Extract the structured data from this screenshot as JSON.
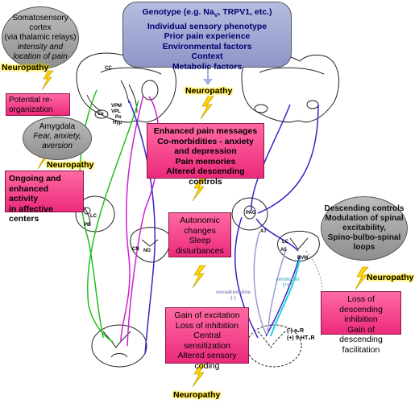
{
  "top": {
    "genotype_prefix": "Genotype (e.g. Na",
    "genotype_sub": "V",
    "genotype_suffix": ", TRPV1, etc.)",
    "lines": [
      "Individual sensory phenotype",
      "Prior pain experience",
      "Environmental factors",
      "Context",
      "Metabolic factors"
    ]
  },
  "cortex": {
    "title1": "Somatosensory",
    "title2": "cortex",
    "title3": "(via thalamic relays)",
    "sub1": "intensity and",
    "sub2": "location of pain"
  },
  "amygdala": {
    "title": "Amygdala",
    "sub1": "Fear, anxiety,",
    "sub2": "aversion"
  },
  "descending_oval": {
    "lines": [
      "Descending controls",
      "Modulation of spinal",
      "excitability,",
      "Spino-bulbo-spinal",
      "loops"
    ]
  },
  "boxes": {
    "reorg": [
      "Potential re-",
      "organization"
    ],
    "ongoing": [
      "Ongoing and",
      "enhanced activity",
      "in affective",
      "centers"
    ],
    "enhanced": [
      "Enhanced pain messages",
      "Co-morbidities - anxiety",
      "and depression",
      "Pain memories",
      "Altered descending controls"
    ],
    "autonomic": [
      "Autonomic",
      "changes",
      "Sleep",
      "disturbances"
    ],
    "gain": [
      "Gain of excitation",
      "Loss of inhibition",
      "Central sensitization",
      "Altered sensory",
      "coding"
    ],
    "loss": [
      "Loss of descending",
      "inhibition",
      "Gain of descending",
      "facilitation"
    ]
  },
  "neuropathy_label": "Neuropathy",
  "brain_labels": {
    "cc": "CC",
    "vpm": "VPM",
    "vpl": "VPL",
    "po": "Po",
    "hyp": "Hyp",
    "ce": "Ce",
    "lc": "LC",
    "pb": "PB",
    "cn": "CN",
    "ng": "NG",
    "pag": "PAG",
    "a7": "A7",
    "a5": "A5",
    "lc2": "LC",
    "rvm": "RVM"
  },
  "noradrenaline": [
    "noradrenaline",
    "(-)"
  ],
  "serotonin": [
    "serotonin",
    "(+/-)"
  ],
  "receptors": [
    "(-) a₂R",
    "(+) 5-HT₃R"
  ],
  "colors": {
    "pink": "#ec2a7c",
    "green": "#1fc01f",
    "magenta": "#d020d0",
    "purple": "#3a22c8",
    "lightpurple": "#9b9bd8",
    "cyan": "#1ed8d8",
    "gray": "#9a9a9a",
    "blue_box": "#a3aad8",
    "bolt": "#ffd400"
  }
}
